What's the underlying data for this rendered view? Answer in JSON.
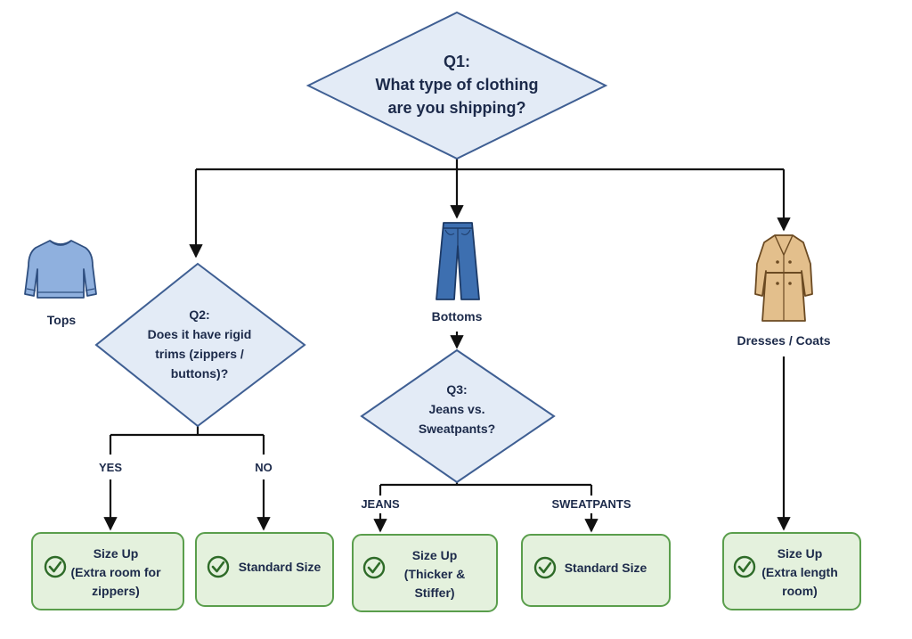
{
  "colors": {
    "diamond_fill": "#e3ebf6",
    "diamond_stroke": "#3f5f93",
    "result_fill": "#e4f1dd",
    "result_stroke": "#5a9e4c",
    "check": "#2e6b28",
    "text": "#1c2a4a",
    "connector": "#111111"
  },
  "q1": {
    "title": "Q1:",
    "line1": "What type of clothing",
    "line2": "are you shipping?"
  },
  "categories": {
    "tops": {
      "label": "Tops",
      "icon": "sweater-icon"
    },
    "bottoms": {
      "label": "Bottoms",
      "icon": "jeans-icon"
    },
    "dresses": {
      "label": "Dresses / Coats",
      "icon": "trench-coat-icon"
    }
  },
  "q2": {
    "title": "Q2:",
    "line1": "Does it have rigid",
    "line2": "trims (zippers /",
    "line3": "buttons)?"
  },
  "q3": {
    "title": "Q3:",
    "line1": "Jeans vs.",
    "line2": "Sweatpants?"
  },
  "branches": {
    "yes": "YES",
    "no": "NO",
    "jeans": "JEANS",
    "sweatpants": "SWEATPANTS"
  },
  "results": {
    "tops_yes": {
      "line1": "Size Up",
      "line2": "(Extra room for",
      "line3": "zippers)"
    },
    "tops_no": {
      "line1": "Standard Size"
    },
    "jeans": {
      "line1": "Size Up",
      "line2": "(Thicker &",
      "line3": "Stiffer)"
    },
    "sweatpants": {
      "line1": "Standard Size"
    },
    "dresses": {
      "line1": "Size Up",
      "line2": "(Extra length",
      "line3": "room)"
    }
  }
}
